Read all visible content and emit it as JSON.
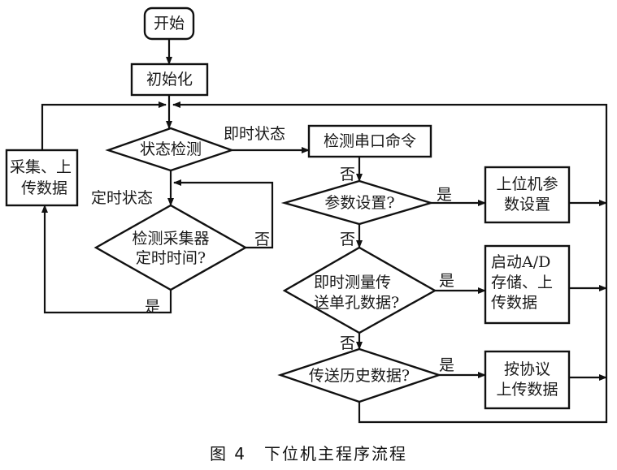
{
  "diagram": {
    "nodes": {
      "start": "开始",
      "init": "初始化",
      "state_check": "状态检测",
      "collect_upload": [
        "采集、上",
        "传数据"
      ],
      "timer_check": [
        "检测采集器",
        "定时时间?"
      ],
      "serial_cmd": "检测串口命令",
      "param_set_q": "参数设置?",
      "instant_measure_q": [
        "即时测量传",
        "送单孔数据?"
      ],
      "history_q": "传送历史数据?",
      "host_param": [
        "上位机参",
        "数设置"
      ],
      "start_ad": [
        "启动A/D",
        "存储、上",
        "传数据"
      ],
      "protocol_upload": [
        "按协议",
        "上传数据"
      ]
    },
    "edge_labels": {
      "instant_state": "即时状态",
      "timed_state": "定时状态",
      "yes": "是",
      "no": "否"
    },
    "caption": {
      "figure_number": "图 4",
      "title": "下位机主程序流程"
    }
  }
}
